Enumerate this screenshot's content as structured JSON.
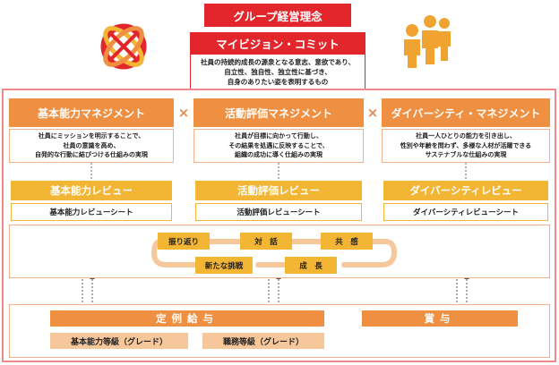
{
  "header": {
    "group_philosophy": "グループ経営理念",
    "my_vision": "マイビジョン・コミット",
    "mission_lines": [
      "社員の持続的成長の源泉となる意志、意欲であり、",
      "自立性、独自性、独立性に基づき、",
      "自身のありたい姿を表明するもの"
    ]
  },
  "columns": [
    {
      "title": "基本能力マネジメント",
      "desc": [
        "社員にミッションを明示することで、",
        "社員の意識を高め、",
        "自発的な行動に結びつける仕組みの実現"
      ],
      "review": "基本能力レビュー",
      "sheet": "基本能力レビューシート"
    },
    {
      "title": "活動評価マネジメント",
      "desc": [
        "社員が目標に向かって行動し、",
        "その結果を処遇に反映することで、",
        "組織の成功に導く仕組みの実現"
      ],
      "review": "活動評価レビュー",
      "sheet": "活動評価レビューシート"
    },
    {
      "title": "ダイバーシティ・マネジメント",
      "desc": [
        "社員一人ひとりの能力を引き出し、",
        "性別や年齢を問わず、多様な人材が活躍できる",
        "サステナブルな仕組みの実現"
      ],
      "review": "ダイバーシティレビュー",
      "sheet": "ダイバーシティレビューシート"
    }
  ],
  "multiply_symbol": "×",
  "cycle": {
    "steps": [
      "振り返り",
      "対　話",
      "共　感",
      "新たな挑戦",
      "成　長"
    ]
  },
  "compensation": {
    "salary": "定例給与",
    "bonus": "賞与",
    "grade_basic": "基本能力等級（グレード）",
    "grade_job": "職務等級（グレード）"
  },
  "icons": {
    "logo": "intertwined-rings-logo-icon",
    "people": "people-group-icon"
  },
  "colors": {
    "red": "#e3262c",
    "orange": "#ef8f42",
    "yellow": "#f2b534",
    "light_orange": "#f7c79c",
    "frame_pink": "#f08a8a"
  }
}
